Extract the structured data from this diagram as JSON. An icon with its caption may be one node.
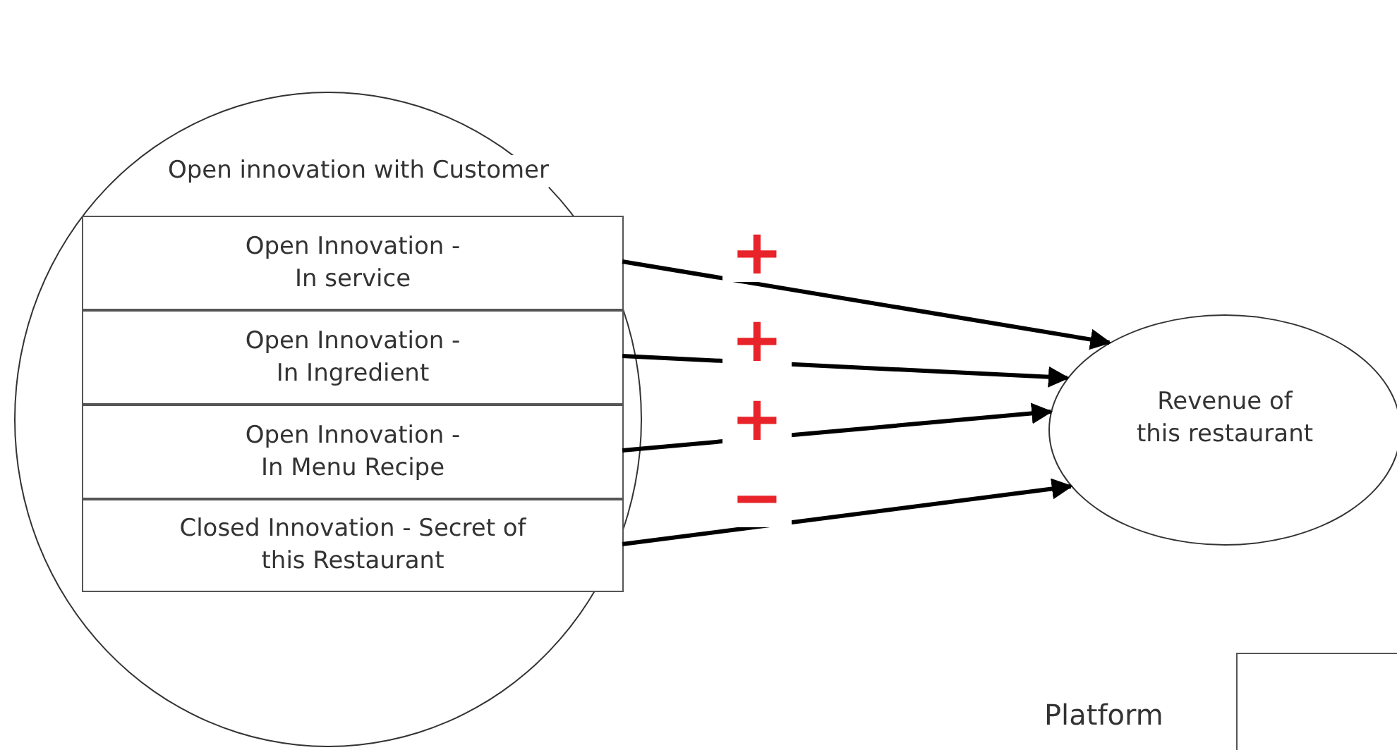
{
  "diagram": {
    "nodes": [
      {
        "text": [
          "Open innovation with Customer"
        ]
      },
      {
        "text": [
          "Open Innovation - In service"
        ],
        "in": 0
      },
      {
        "text": [
          "Open Innovation - In Ingredient"
        ],
        "in": 0
      },
      {
        "text": [
          "Open Innovation - In Menu Recipe"
        ],
        "in": 0
      },
      {
        "text": [
          "Closed Innovation - Secret of this Restaurant"
        ],
        "in": 0
      },
      {
        "text": [
          "Revenue of this restaurant"
        ]
      },
      {
        "text": [],
        "shape": "box"
      }
    ],
    "edges": [
      {
        "from": 1,
        "to": 5,
        "arrow": "to",
        "label": "+"
      },
      {
        "from": 2,
        "to": 5,
        "arrow": "to",
        "label": "+"
      },
      {
        "from": 3,
        "to": 5,
        "arrow": "to",
        "label": "+"
      },
      {
        "from": 4,
        "to": 5,
        "arrow": "to",
        "label": "−"
      }
    ],
    "labels": [
      "Platform"
    ]
  }
}
